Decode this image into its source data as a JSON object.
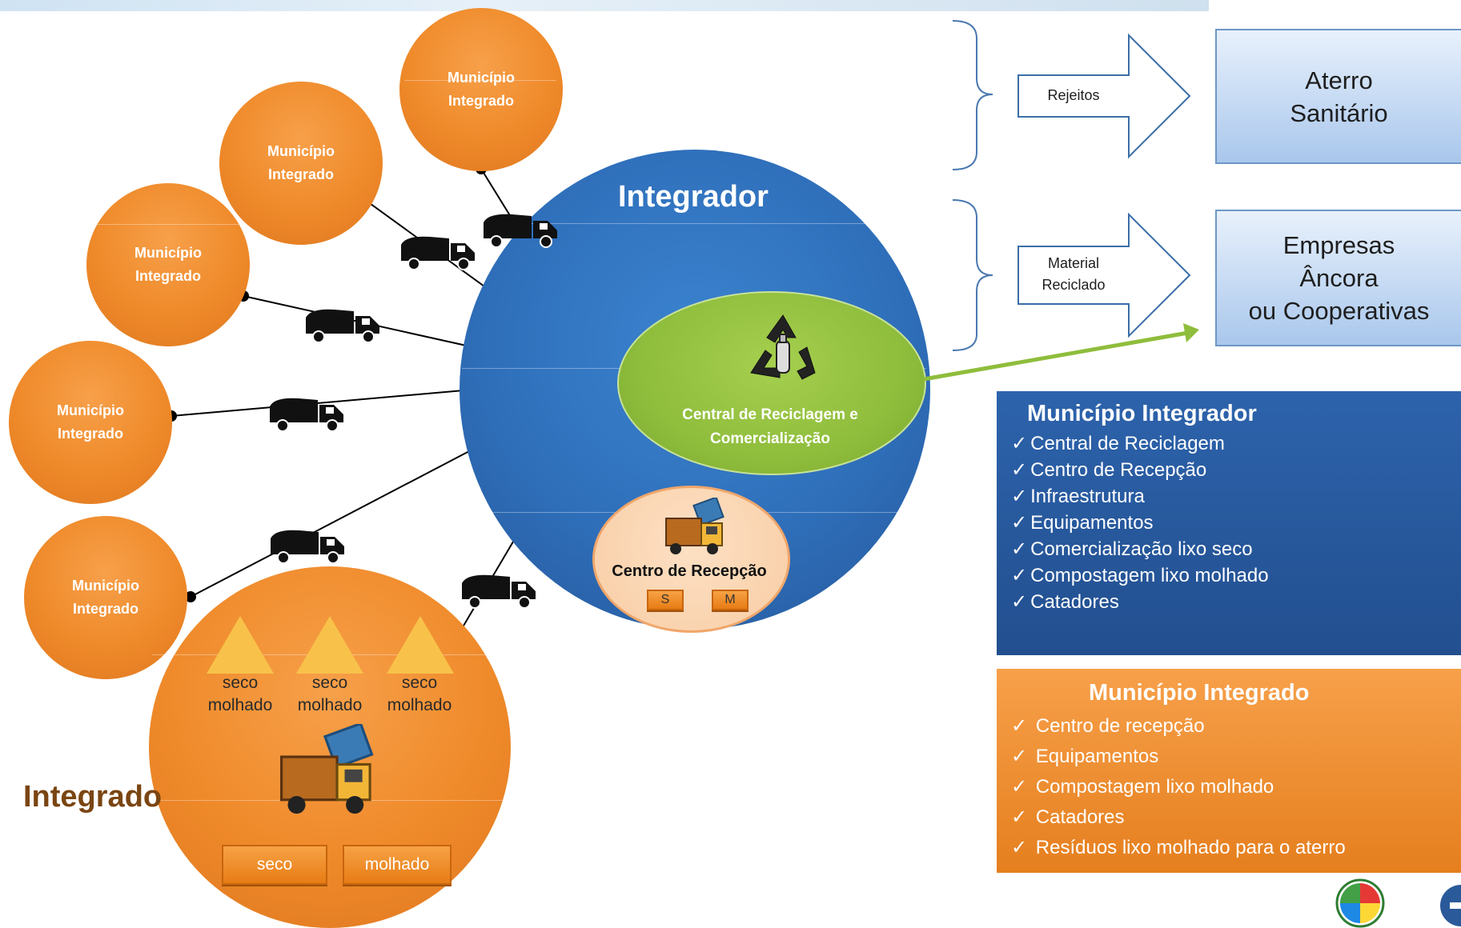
{
  "header": {
    "title": "Integrador"
  },
  "municipalities": [
    {
      "line1": "Município",
      "line2": "Integrado"
    },
    {
      "line1": "Município",
      "line2": "Integrado"
    },
    {
      "line1": "Município",
      "line2": "Integrado"
    },
    {
      "line1": "Município",
      "line2": "Integrado"
    },
    {
      "line1": "Município",
      "line2": "Integrado"
    }
  ],
  "central": {
    "line1": "Central de Reciclagem e",
    "line2": "Comercialização",
    "icon": "recycle-icon"
  },
  "reception": {
    "title": "Centro de Recepção",
    "btn_s": "S",
    "btn_m": "M",
    "icon": "garbage-truck-icon"
  },
  "integrado": {
    "label": "Integrado",
    "piles": [
      {
        "top": "seco",
        "bottom": "molhado"
      },
      {
        "top": "seco",
        "bottom": "molhado"
      },
      {
        "top": "seco",
        "bottom": "molhado"
      }
    ],
    "btn_seco": "seco",
    "btn_molhado": "molhado"
  },
  "flows": [
    {
      "label_line1": "Rejeitos",
      "label_line2": "",
      "dest_line1": "Aterro",
      "dest_line2": "Sanitário",
      "dest_line3": ""
    },
    {
      "label_line1": "Material",
      "label_line2": "Reciclado",
      "dest_line1": "Empresas",
      "dest_line2": "Âncora",
      "dest_line3": "ou Cooperativas"
    }
  ],
  "panel_integrador": {
    "title": "Município Integrador",
    "check": "✓",
    "items": [
      "Central de Reciclagem",
      "Centro de Recepção",
      "Infraestrutura",
      "Equipamentos",
      "Comercialização lixo seco",
      "Compostagem lixo molhado",
      "Catadores"
    ]
  },
  "panel_integrado": {
    "title": "Município Integrado",
    "check": "✓",
    "items": [
      "Centro de recepção",
      "Equipamentos",
      "Compostagem lixo molhado",
      "Catadores",
      "Resíduos lixo molhado para o aterro"
    ]
  },
  "colors": {
    "orange": "#ef8a2a",
    "blue": "#2f6fba",
    "green": "#8fbd3c",
    "navy": "#224f8f"
  }
}
